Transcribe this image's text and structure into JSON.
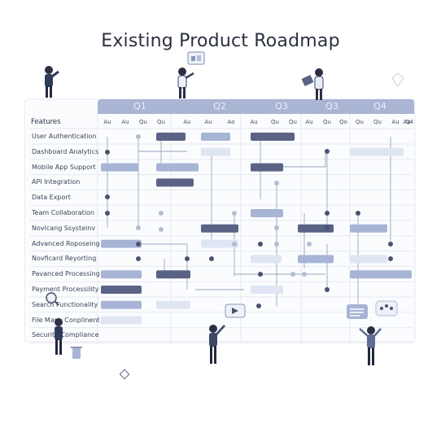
{
  "title": "Existing Product Roadmap",
  "features_header": "Features",
  "quarters": [
    "Q1",
    "Q2",
    "Q3",
    "Q3",
    "Q4"
  ],
  "sub_columns": [
    "Au",
    "Au",
    "Qu",
    "Qu",
    "Au",
    "Au",
    "Ao",
    "Au",
    "Qu",
    "Qu",
    "Au",
    "Qu",
    "Qo",
    "Qu",
    "Qu",
    "Au",
    "Au",
    "Q4"
  ],
  "features": [
    "User Authentication",
    "Dashboard Analytics",
    "Mobile App Support",
    "API Integration",
    "Data Export",
    "Team Collaboration",
    "Novlcang Ssysteinv",
    "Advanced Roposeing",
    "Novficard Reyorting",
    "Pavanced Processing",
    "Payment Processility",
    "Search Functionality",
    "File Mana Conplinent",
    "Security Compliance"
  ],
  "colors": {
    "dark_bar": "#5a6385",
    "medium_bar": "#a7b4d6",
    "light_bar": "#dfe5f3",
    "header": "#aab4d3",
    "grid": "#e4e8f1"
  },
  "icons": [
    "presentation-icon",
    "laptop-icon",
    "location-pin-icon",
    "play-video-icon",
    "chat-message-icon",
    "dots-bubble-icon",
    "trash-icon",
    "diamond-icon",
    "magnifier-icon"
  ]
}
